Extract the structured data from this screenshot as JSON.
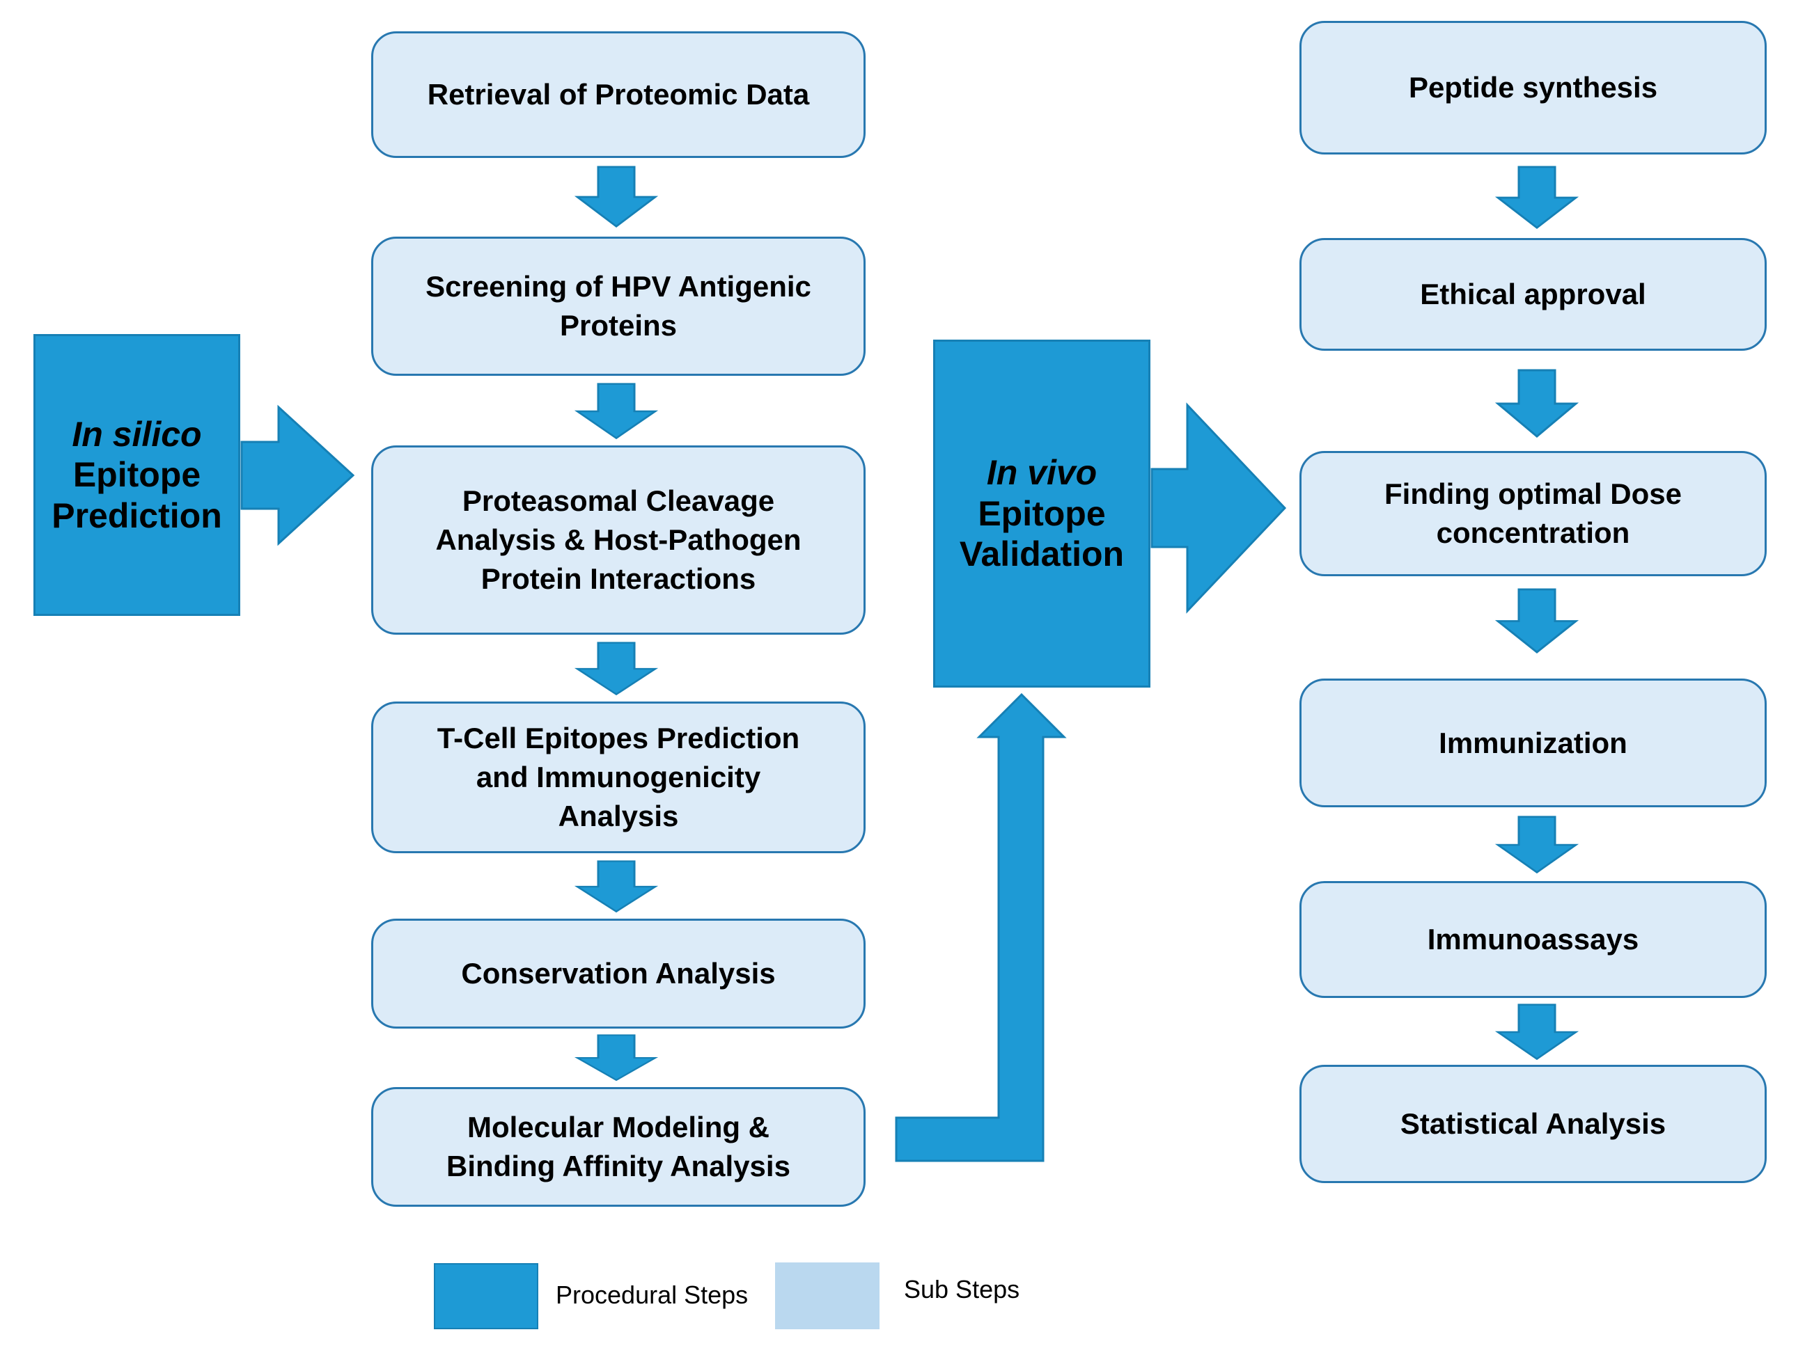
{
  "figure": {
    "colors": {
      "procedural_fill": "#1E9AD5",
      "procedural_border": "#1680B5",
      "substep_fill": "#DCEBF8",
      "substep_border": "#2878B0",
      "legend_substep_fill": "#BAD8EF",
      "arrow_fill": "#1E9AD5",
      "arrow_border": "#1680B5",
      "text": "#000000"
    },
    "procedural": {
      "in_silico": {
        "lines": [
          "In silico",
          "Epitope",
          "Prediction"
        ]
      },
      "in_vivo": {
        "lines": [
          "In vivo",
          "Epitope",
          "Validation"
        ]
      }
    },
    "silico_steps": [
      {
        "lines": [
          "Retrieval of Proteomic Data"
        ]
      },
      {
        "lines": [
          "Screening of HPV Antigenic",
          "Proteins"
        ]
      },
      {
        "lines": [
          "Proteasomal Cleavage",
          "Analysis & Host-Pathogen",
          "Protein Interactions"
        ]
      },
      {
        "lines": [
          "T-Cell Epitopes Prediction",
          "and Immunogenicity",
          "Analysis"
        ]
      },
      {
        "lines": [
          "Conservation Analysis"
        ]
      },
      {
        "lines": [
          "Molecular Modeling &",
          "Binding Affinity Analysis"
        ]
      }
    ],
    "vivo_steps": [
      {
        "lines": [
          "Peptide synthesis"
        ]
      },
      {
        "lines": [
          "Ethical approval"
        ]
      },
      {
        "lines": [
          "Finding optimal Dose",
          "concentration"
        ]
      },
      {
        "lines": [
          "Immunization"
        ]
      },
      {
        "lines": [
          "Immunoassays"
        ]
      },
      {
        "lines": [
          "Statistical Analysis"
        ]
      }
    ],
    "legend": {
      "procedural_label": "Procedural Steps",
      "substep_label": "Sub Steps"
    }
  }
}
